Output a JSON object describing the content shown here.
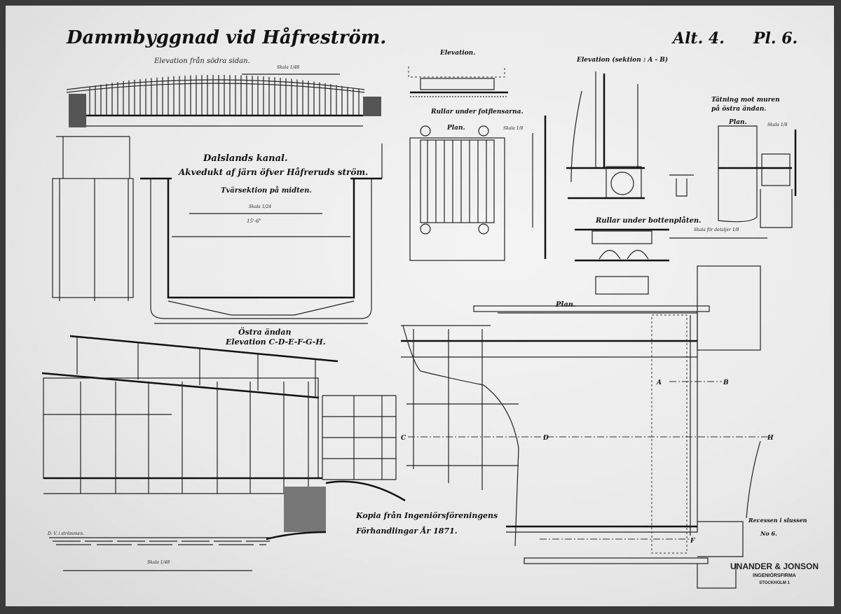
{
  "title": "Dammbyggnad vid Håfreström.",
  "plate": {
    "alt": "Alt. 4.",
    "pl": "Pl. 6."
  },
  "views": {
    "elevation_south": "Elevation från södra sidan.",
    "scale_1_48": "Skala 1/48",
    "canal_title": "Dalslands kanal.",
    "aqueduct": "Akvedukt af järn öfver Håfreruds ström.",
    "cross_section": "Tvärsektion på midten.",
    "scale_1_24": "Skala 1/24",
    "dim_width": "15'-6\"",
    "elevation": "Elevation.",
    "rollers_side": "Rullar under fotflensarna.",
    "plan": "Plan.",
    "scale_small": "Skala 1/8",
    "elevation_section": "Elevation (sektion : A - B)",
    "sealing": "Tätning mot muren",
    "sealing2": "på östra ändan.",
    "plan2": "Plan.",
    "rollers_bottom": "Rullar under bottenplåten.",
    "scale_details": "Skala för detaljer 1/8",
    "east_end": "Östra ändan",
    "elevation_letters": "Elevation C-D-E-F-G-H.",
    "plan_big": "Plan.",
    "water_level": "D. V. i strömmen.",
    "scale_bottom": "Skala 1/48",
    "copy_note_1": "Kopia från Ingeniörsföreningens",
    "copy_note_2": "Förhandlingar År 1871.",
    "lock_note": "Recessen i slussen",
    "lock_no": "No 6.",
    "label_A": "A",
    "label_B": "B",
    "label_C": "C",
    "label_D": "D",
    "label_H": "H",
    "label_F": "F"
  },
  "firm": {
    "name": "UNANDER & JONSON",
    "sub": "INGENIÖRSFIRMA",
    "city": "STOCKHOLM 1"
  }
}
